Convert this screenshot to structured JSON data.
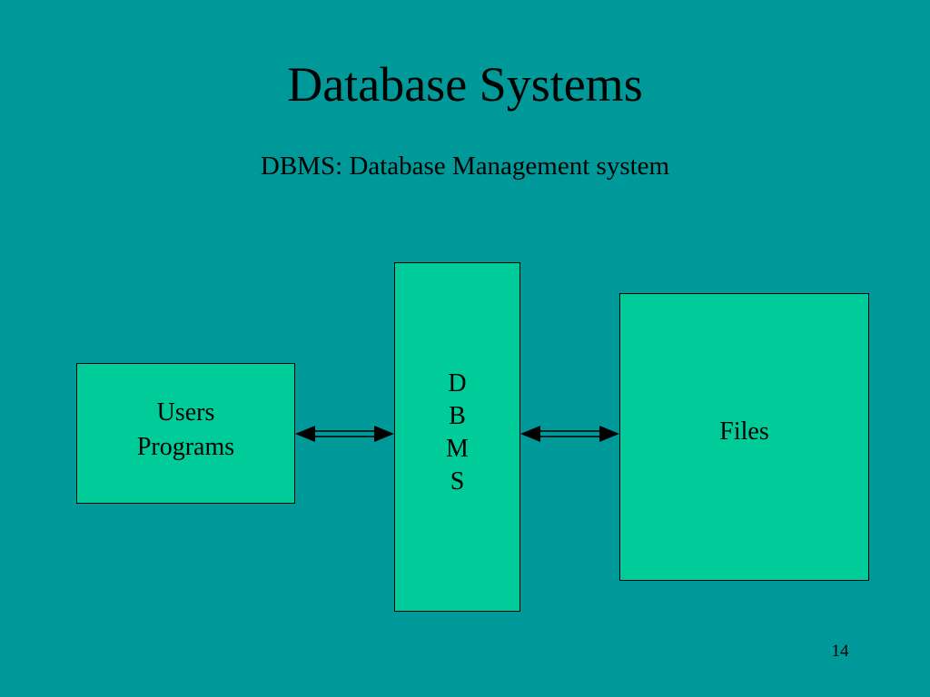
{
  "slide": {
    "title": "Database Systems",
    "subtitle": "DBMS: Database Management system",
    "page_number": "14"
  },
  "diagram": {
    "users_box": {
      "line1": "Users",
      "line2": "Programs"
    },
    "dbms_box": {
      "letters": [
        "D",
        "B",
        "M",
        "S"
      ]
    },
    "files_box": {
      "label": "Files"
    },
    "arrows": [
      {
        "from": "users_box",
        "to": "dbms_box",
        "direction": "bidirectional"
      },
      {
        "from": "dbms_box",
        "to": "files_box",
        "direction": "bidirectional"
      }
    ]
  },
  "colors": {
    "background": "#009999",
    "box_fill": "#00CC99",
    "text": "#000000"
  }
}
